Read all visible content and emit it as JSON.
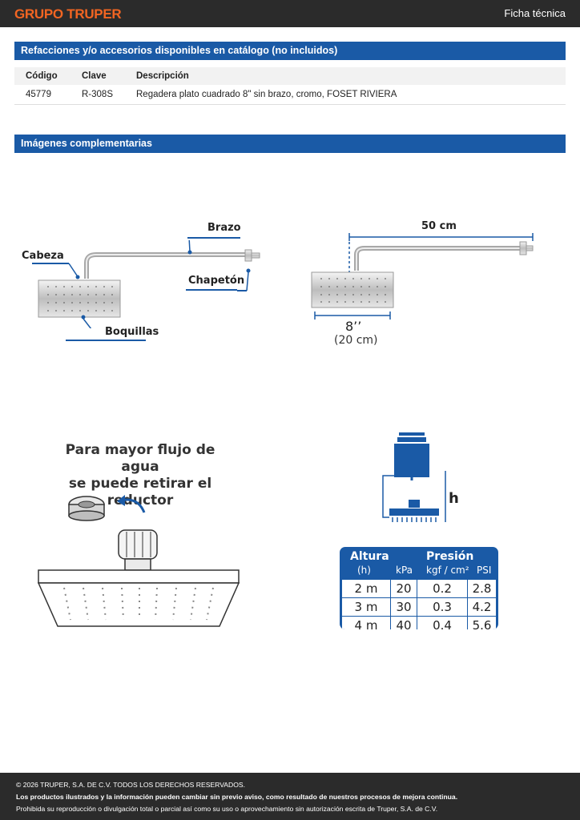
{
  "header": {
    "brand": "GRUPO TRUPER",
    "doc_type": "Ficha técnica"
  },
  "accessories": {
    "title": "Refacciones y/o accesorios disponibles en catálogo (no incluidos)",
    "columns": [
      "Código",
      "Clave",
      "Descripción"
    ],
    "rows": [
      [
        "45779",
        "R-308S",
        "Regadera plato cuadrado 8\" sin brazo, cromo, FOSET RIVIERA"
      ]
    ]
  },
  "images_section": {
    "title": "Imágenes complementarias"
  },
  "diagram_parts": {
    "brazo": "Brazo",
    "cabeza": "Cabeza",
    "chapeton": "Chapetón",
    "boquillas": "Boquillas"
  },
  "dimensions": {
    "arm_length": "50 cm",
    "head_size": "8’’",
    "head_size_cm": "(20 cm)"
  },
  "reductor": {
    "line1": "Para mayor flujo de agua",
    "line2": "se puede retirar el reductor"
  },
  "height_diagram": {
    "label": "h"
  },
  "pressure_table": {
    "h_title": "Altura",
    "h_unit": "(h)",
    "p_title": "Presión",
    "units": [
      "kPa",
      "kgf / cm²",
      "PSI"
    ],
    "rows": [
      [
        "2 m",
        "20",
        "0.2",
        "2.8"
      ],
      [
        "3 m",
        "30",
        "0.3",
        "4.2"
      ],
      [
        "4 m",
        "40",
        "0.4",
        "5.6"
      ]
    ]
  },
  "footer": {
    "copyright": "© 2026 TRUPER, S.A. DE C.V. TODOS LOS DERECHOS RESERVADOS.",
    "notice": "Los productos ilustrados y la información pueden cambiar sin previo aviso, como resultado de nuestros procesos de mejora continua.",
    "prohibition": "Prohibida su reproducción o divulgación total o parcial así como su uso o aprovechamiento sin autorización escrita de Truper, S.A. de C.V."
  },
  "colors": {
    "brand": "#f26522",
    "accent": "#1a5aa6",
    "dark": "#2b2b2b"
  }
}
